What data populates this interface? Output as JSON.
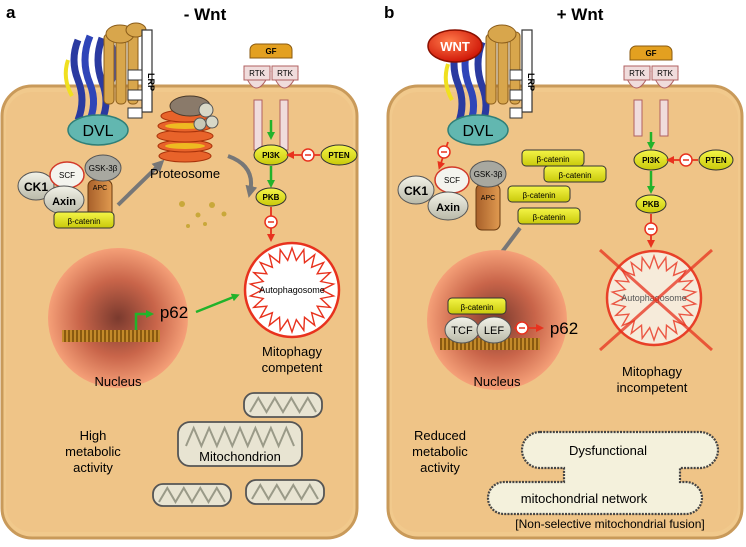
{
  "panel_a": {
    "letter": "a",
    "title": "- Wnt",
    "lrp": "LRP",
    "dvl": "DVL",
    "gf": "GF",
    "rtk_left": "RTK",
    "rtk_right": "RTK",
    "pi3k": "PI3K",
    "pten": "PTEN",
    "pkb": "PKB",
    "ck1": "CK1",
    "scf": "SCF",
    "gsk3b": "GSK-3β",
    "axin": "Axin",
    "apc": "APC",
    "beta_catenin": "β-catenin",
    "proteosome": "Proteosome",
    "autophagosome": "Autophagosome",
    "p62": "p62",
    "nucleus": "Nucleus",
    "mitophagy_1": "Mitophagy",
    "mitophagy_2": "competent",
    "metabolic_1": "High",
    "metabolic_2": "metabolic",
    "metabolic_3": "activity",
    "mitochondrion": "Mitochondrion"
  },
  "panel_b": {
    "letter": "b",
    "title": "+ Wnt",
    "wnt": "WNT",
    "lrp": "LRP",
    "dvl": "DVL",
    "gf": "GF",
    "rtk_left": "RTK",
    "rtk_right": "RTK",
    "pi3k": "PI3K",
    "pten": "PTEN",
    "pkb": "PKB",
    "ck1": "CK1",
    "scf": "SCF",
    "gsk3b": "GSK-3β",
    "axin": "Axin",
    "apc": "APC",
    "beta_catenin": "β-catenin",
    "tcf": "TCF",
    "lef": "LEF",
    "autophagosome": "Autophagosome",
    "p62": "p62",
    "nucleus": "Nucleus",
    "mitophagy_1": "Mitophagy",
    "mitophagy_2": "incompetent",
    "metabolic_1": "Reduced",
    "metabolic_2": "metabolic",
    "metabolic_3": "activity",
    "dysfunctional": "Dysfunctional",
    "network": "mitochondrial network",
    "fusion_note": "[Non-selective mitochondrial fusion]"
  },
  "colors": {
    "cell_fill": "#f1c98c",
    "cell_edge": "#c99a5a",
    "pill_yellow": "#e3e411",
    "dvl_teal": "#62b7b0",
    "nucleus_core": "#8c4a3a",
    "nucleus_edge": "#f39a6a",
    "inhibit_red": "#e8321e",
    "activate_green": "#22b32a",
    "arrow_gray": "#777777",
    "wnt_red": "#e01f10"
  }
}
